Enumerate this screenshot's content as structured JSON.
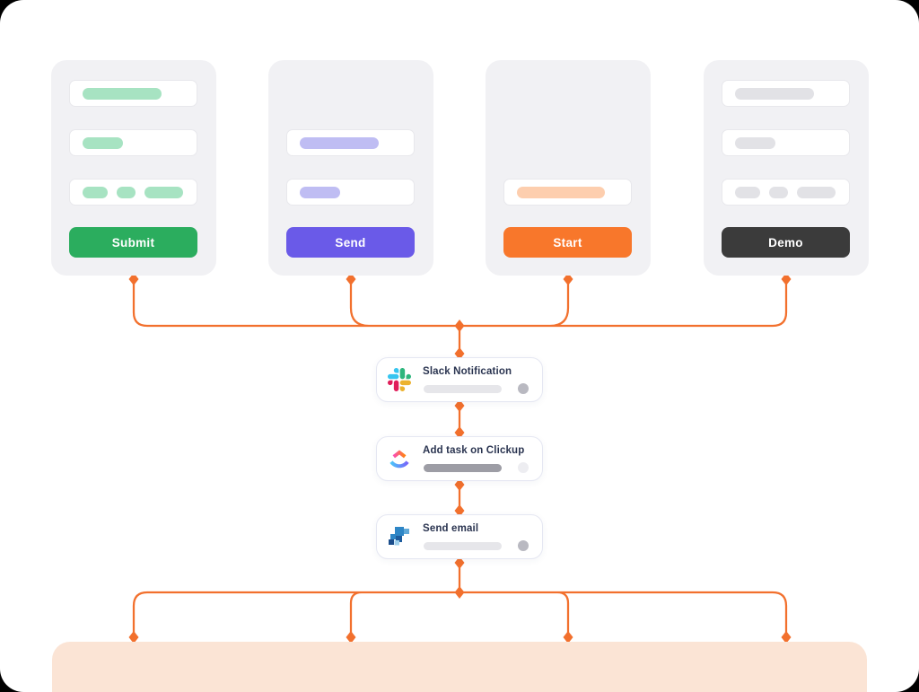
{
  "illustration": {
    "backdrop_color": "#000000",
    "surface_color": "#FFFFFF",
    "connector_color": "#F2702D",
    "bottom_panel_color": "#FBE4D5",
    "forms": [
      {
        "id": "submit",
        "button_label": "Submit",
        "button_color": "#2BAD5E",
        "accent": "#A7E3C2",
        "rows": [
          {
            "slot": 0,
            "kind": "bar",
            "len": "long"
          },
          {
            "slot": 1,
            "kind": "bar",
            "len": "short"
          },
          {
            "slot": 2,
            "kind": "pills"
          }
        ]
      },
      {
        "id": "send",
        "button_label": "Send",
        "button_color": "#6A5AE8",
        "accent": "#BFBDF3",
        "rows": [
          {
            "slot": 1,
            "kind": "bar",
            "len": "long"
          },
          {
            "slot": 2,
            "kind": "bar",
            "len": "short"
          }
        ]
      },
      {
        "id": "start",
        "button_label": "Start",
        "button_color": "#F8772B",
        "accent": "#FDCEAE",
        "rows": [
          {
            "slot": 2,
            "kind": "bar",
            "len": "xlong"
          }
        ]
      },
      {
        "id": "demo",
        "button_label": "Demo",
        "button_color": "#3B3B3B",
        "accent": "#E2E2E6",
        "rows": [
          {
            "slot": 0,
            "kind": "bar",
            "len": "long"
          },
          {
            "slot": 1,
            "kind": "bar",
            "len": "short"
          },
          {
            "slot": 2,
            "kind": "pills"
          }
        ]
      }
    ],
    "steps": [
      {
        "id": "slack",
        "icon": "slack-icon",
        "title": "Slack Notification",
        "bar_shade": "light",
        "dot_shade": "dark"
      },
      {
        "id": "clickup",
        "icon": "clickup-icon",
        "title": "Add task on Clickup",
        "bar_shade": "dark",
        "dot_shade": "light"
      },
      {
        "id": "email",
        "icon": "email-icon",
        "title": "Send email",
        "bar_shade": "light",
        "dot_shade": "dark"
      }
    ]
  }
}
